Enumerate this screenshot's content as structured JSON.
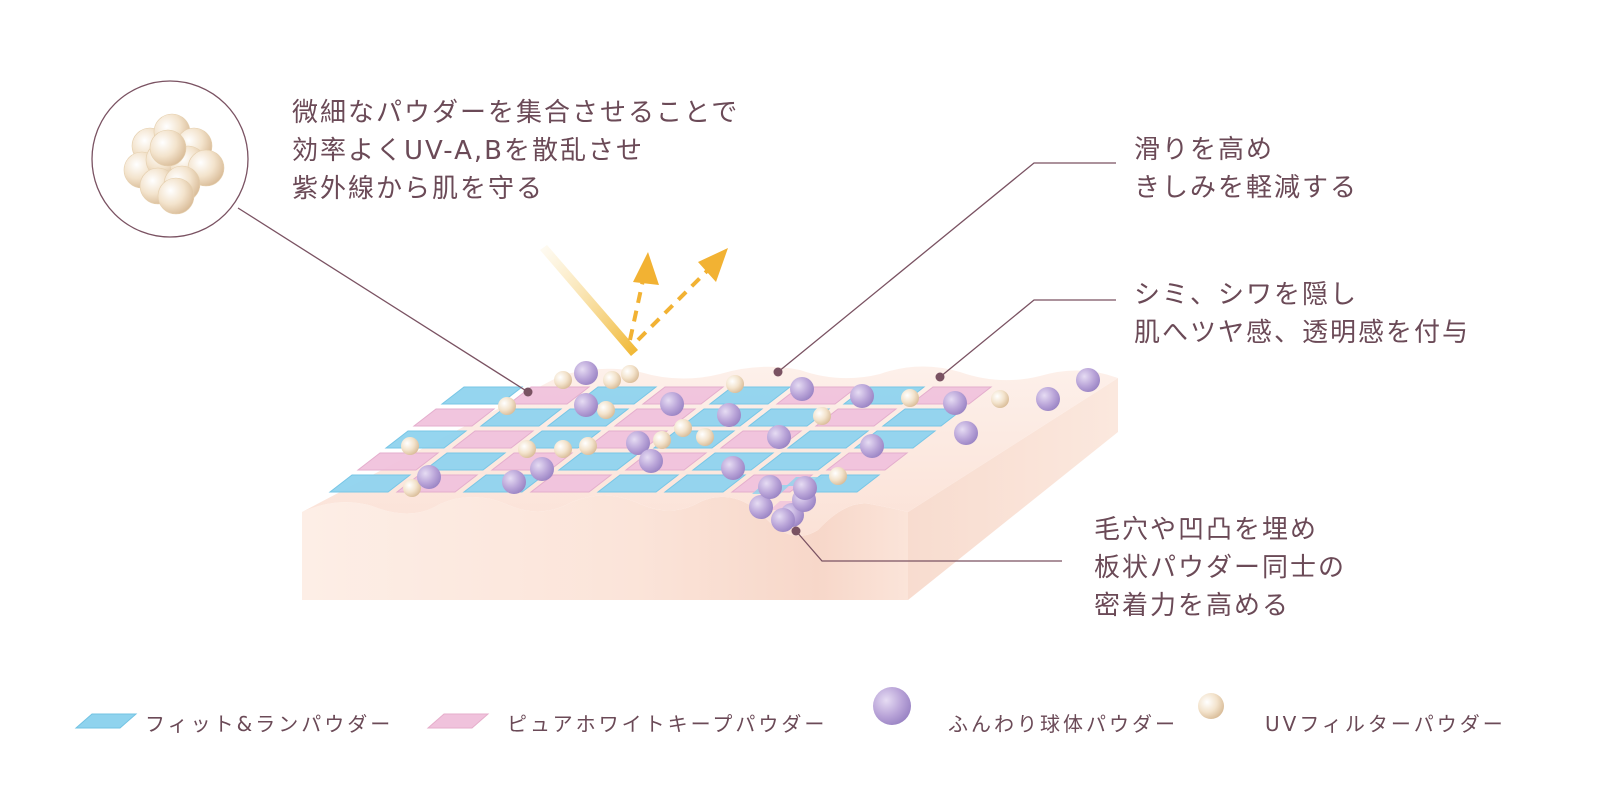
{
  "colors": {
    "text": "#6b4a57",
    "leader_line": "#7a5262",
    "fit_run_plate": "#8fd3ee",
    "pure_white_plate": "#f0c2dc",
    "sphere_powder": "#b7a3d6",
    "uv_filter_powder": "#f0dcc0",
    "uv_arrow": "#f2b233",
    "skin": "#fbe6dc"
  },
  "annotations": {
    "uv": {
      "lines": [
        "微細なパウダーを集合させることで",
        "効率よくUV-A,Bを散乱させ",
        "紫外線から肌を守る"
      ]
    },
    "glide": {
      "lines": [
        "滑りを高め",
        "きしみを軽減する"
      ]
    },
    "cover": {
      "lines": [
        "シミ、シワを隠し",
        "肌へツヤ感、透明感を付与"
      ]
    },
    "pore": {
      "lines": [
        "毛穴や凹凸を埋め",
        "板状パウダー同士の",
        "密着力を高める"
      ]
    }
  },
  "legend": [
    {
      "label": "フィット&ランパウダー",
      "icon": "blue-plate-icon"
    },
    {
      "label": "ピュアホワイトキープパウダー",
      "icon": "pink-plate-icon"
    },
    {
      "label": "ふんわり球体パウダー",
      "icon": "purple-sphere-icon"
    },
    {
      "label": "UVフィルターパウダー",
      "icon": "beige-sphere-icon"
    }
  ]
}
